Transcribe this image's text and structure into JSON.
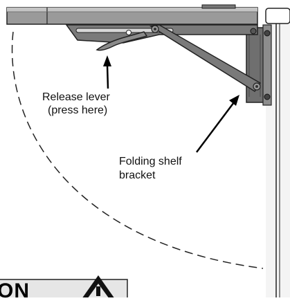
{
  "labels": {
    "release_lever_line1": "Release lever",
    "release_lever_line2": "(press here)",
    "folding_bracket_line1": "Folding shelf",
    "folding_bracket_line2": "bracket"
  },
  "warning_banner": {
    "partial_text": "ON",
    "icon": "warning-triangle-icon"
  },
  "colors": {
    "shelf": "#8a8a8a",
    "shelf_top": "#b5b5b5",
    "bracket": "#777777",
    "bracket_dark": "#4a4a4a",
    "wall": "#cfcfcf",
    "outline": "#222222"
  }
}
